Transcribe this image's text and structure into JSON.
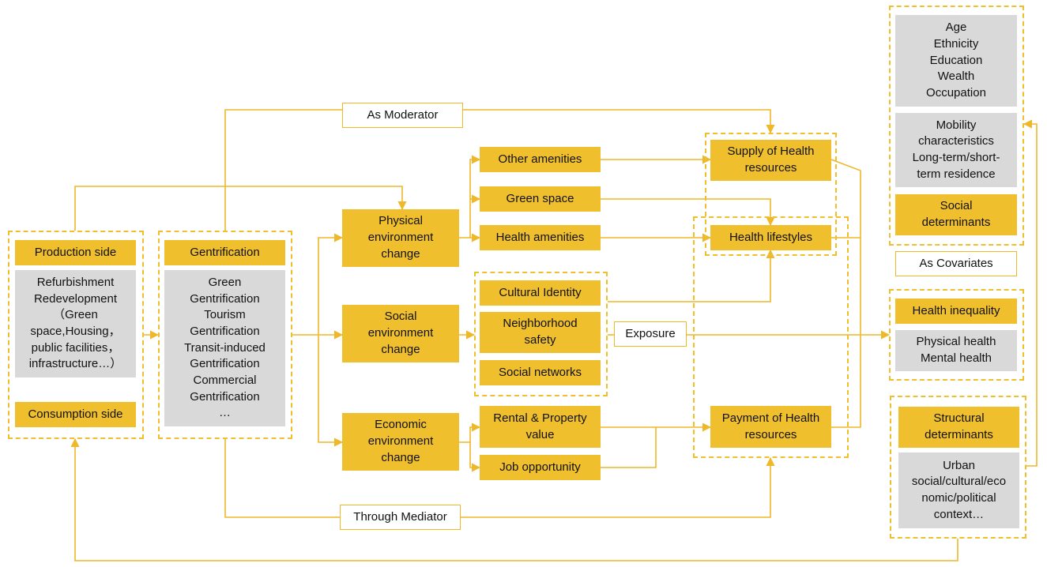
{
  "colors": {
    "accent": "#f0bf2d",
    "line": "#efb72a",
    "panel": "#d9d9d9"
  },
  "labels": {
    "production_side": "Production side",
    "production_items": "Refurbishment\nRedevelopment\n（Green\nspace,Housing，\npublic facilities，\ninfrastructure…）",
    "consumption_side": "Consumption side",
    "gentrification": "Gentrification",
    "gentrification_types": "Green\nGentrification\nTourism\nGentrification\nTransit-induced\nGentrification\nCommercial\nGentrification\n…",
    "physical_env": "Physical\nenvironment\nchange",
    "social_env": "Social\nenvironment\nchange",
    "economic_env": "Economic\nenvironment\nchange",
    "other_amenities": "Other amenities",
    "green_space": "Green space",
    "health_amenities": "Health amenities",
    "cultural_identity": "Cultural Identity",
    "neighborhood_safety": "Neighborhood\nsafety",
    "social_networks": "Social networks",
    "rental_property": "Rental & Property\nvalue",
    "job_opportunity": "Job opportunity",
    "supply_health": "Supply of Health\nresources",
    "health_lifestyles": "Health lifestyles",
    "payment_health": "Payment of Health\nresources",
    "as_moderator": "As Moderator",
    "through_mediator": "Through Mediator",
    "exposure": "Exposure",
    "as_covariates": "As Covariates",
    "demographics": "Age\nEthnicity\nEducation\nWealth\nOccupation",
    "mobility": "Mobility\ncharacteristics\nLong-term/short-\nterm residence",
    "social_determinants": "Social\ndeterminants",
    "health_inequality": "Health inequality",
    "health_outcomes": "Physical health\nMental health",
    "structural_determinants": "Structural\ndeterminants",
    "urban_context": "Urban\nsocial/cultural/eco\nnomic/political\ncontext…"
  }
}
